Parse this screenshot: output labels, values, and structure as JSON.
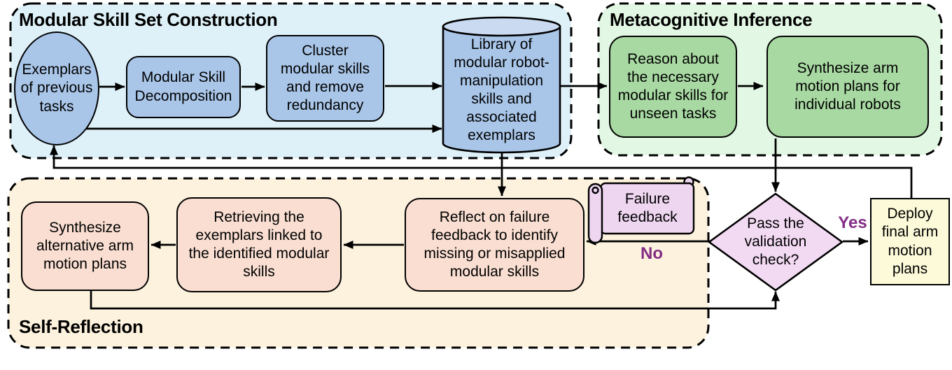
{
  "sections": {
    "skill_construction": {
      "title": "Modular Skill Set Construction"
    },
    "metacognitive_inference": {
      "title": "Metacognitive Inference"
    },
    "self_reflection": {
      "title": "Self-Reflection"
    }
  },
  "nodes": {
    "exemplars": {
      "label": "Exemplars\nof previous\ntasks"
    },
    "decomposition": {
      "label": "Modular Skill\nDecomposition"
    },
    "cluster": {
      "label": "Cluster\nmodular skills\nand remove\nredundancy"
    },
    "library": {
      "label": "Library of\nmodular robot-\nmanipulation\nskills and\nassociated\nexemplars"
    },
    "reason": {
      "label": "Reason about\nthe necessary\nmodular skills for\nunseen tasks"
    },
    "synthesize_arm": {
      "label": "Synthesize arm\nmotion plans for\nindividual robots"
    },
    "synthesize_alternative": {
      "label": "Synthesize\nalternative arm\nmotion plans"
    },
    "retrieve_exemplars": {
      "label": "Retrieving the\nexemplars linked to\nthe identified modular\nskills"
    },
    "reflect_failure": {
      "label": "Reflect on failure\nfeedback to identify\nmissing or misapplied\nmodular skills"
    },
    "failure_feedback": {
      "label": "Failure\nfeedback"
    },
    "validation_check": {
      "label": "Pass the\nvalidation\ncheck?"
    },
    "deploy": {
      "label": "Deploy\nfinal arm\nmotion\nplans"
    }
  },
  "edge_labels": {
    "yes": "Yes",
    "no": "No"
  },
  "colors": {
    "section_skill_bg": "#def1f8",
    "section_meta_bg": "#e3f8e4",
    "section_reflect_bg": "#fdf2dd",
    "blue_shape": "#a9c6e9",
    "blue_cylinder_top": "#c9daf1",
    "green_shape": "#a8d9a2",
    "salmon_shape": "#f9ded1",
    "purple_scroll": "#eed5f0",
    "purple_diamond": "#f3daf3",
    "yellow_shape": "#fcfad9",
    "outline": "#000000",
    "decision_label": "#832c85"
  }
}
